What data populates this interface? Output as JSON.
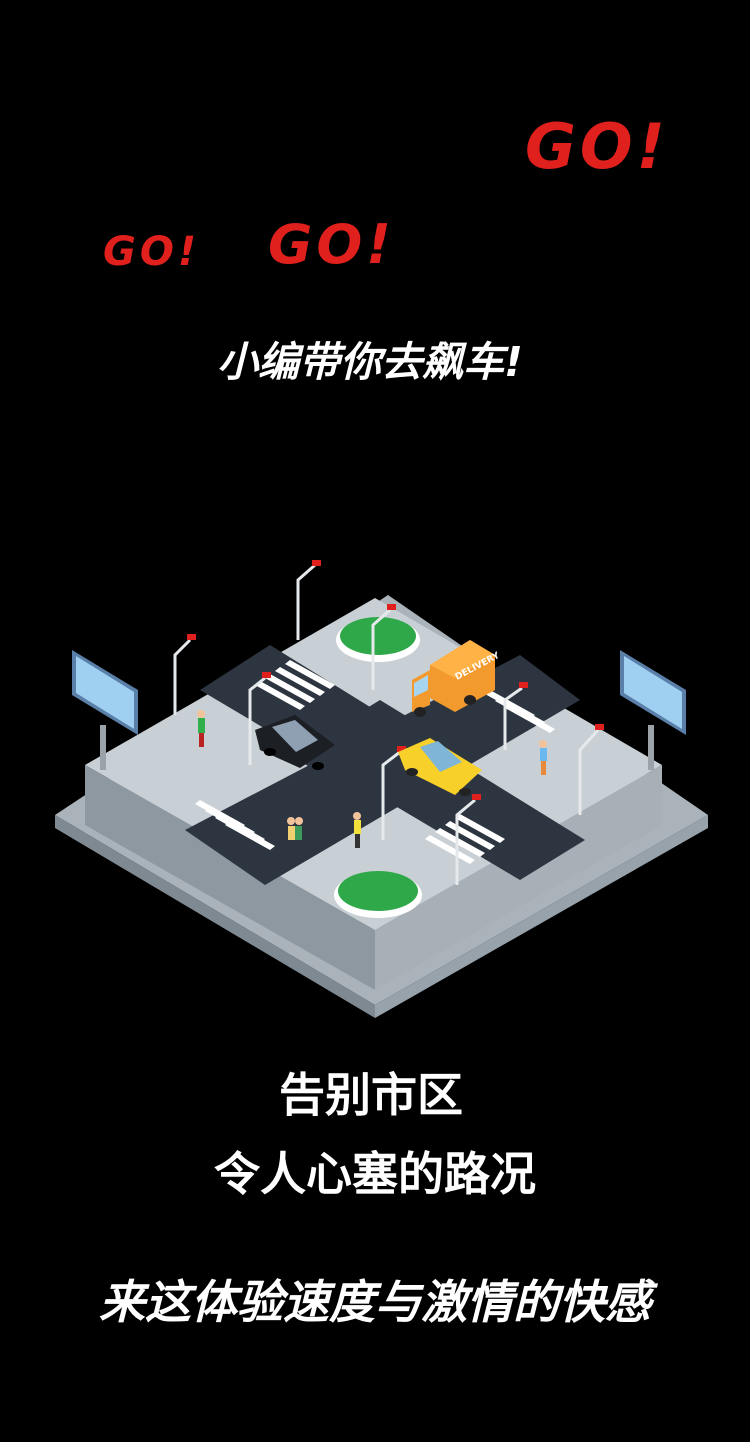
{
  "decor": {
    "go_small": "GO!",
    "go_medium": "GO!",
    "go_large": "GO!"
  },
  "headline": "小编带你去飙车!",
  "subtitle": {
    "line1": "告别市区",
    "line2": "令人心塞的路况"
  },
  "tagline": "来这体验速度与激情的快感",
  "illustration": {
    "truck_label": "DELIVERY"
  },
  "colors": {
    "background": "#000000",
    "accent_red": "#e0201c",
    "text": "#ffffff"
  }
}
